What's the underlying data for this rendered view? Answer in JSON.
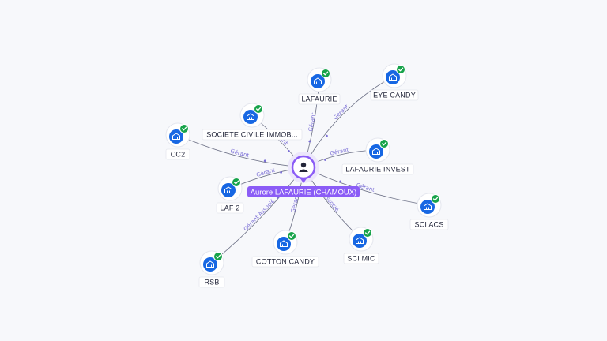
{
  "center": {
    "label": "Aurore LAFAURIE (CHAMOUX)",
    "icon": "person-icon"
  },
  "companies": [
    {
      "id": "lafaurie",
      "label": "LAFAURIE",
      "icon": "building-icon",
      "verified": true
    },
    {
      "id": "eye-candy",
      "label": "EYE CANDY",
      "icon": "building-icon",
      "verified": true
    },
    {
      "id": "societe-civile",
      "label": "SOCIETE CIVILE IMMOB...",
      "icon": "building-icon",
      "verified": true
    },
    {
      "id": "cc2",
      "label": "CC2",
      "icon": "building-icon",
      "verified": true
    },
    {
      "id": "lafaurie-invest",
      "label": "LAFAURIE INVEST",
      "icon": "building-icon",
      "verified": true
    },
    {
      "id": "laf2",
      "label": "LAF 2",
      "icon": "building-icon",
      "verified": true
    },
    {
      "id": "sci-acs",
      "label": "SCI ACS",
      "icon": "building-icon",
      "verified": true
    },
    {
      "id": "cotton-candy",
      "label": "COTTON CANDY",
      "icon": "building-icon",
      "verified": true
    },
    {
      "id": "sci-mic",
      "label": "SCI MIC",
      "icon": "building-icon",
      "verified": true
    },
    {
      "id": "rsb",
      "label": "RSB",
      "icon": "building-icon",
      "verified": true
    }
  ],
  "edges": [
    {
      "to": "lafaurie",
      "label": "Gérant"
    },
    {
      "to": "eye-candy",
      "label": "Gérant"
    },
    {
      "to": "societe-civile",
      "label": "Gérant"
    },
    {
      "to": "cc2",
      "label": "Gérant"
    },
    {
      "to": "lafaurie-invest",
      "label": "Gérant"
    },
    {
      "to": "laf2",
      "label": "Gérant"
    },
    {
      "to": "sci-acs",
      "label": "Gérant"
    },
    {
      "to": "cotton-candy",
      "label": "Gérant"
    },
    {
      "to": "sci-mic",
      "label": "Associé"
    },
    {
      "to": "rsb",
      "label": "Gérant Associé"
    }
  ],
  "colors": {
    "accent": "#8b5cf6",
    "company_icon": "#1767e3",
    "verified": "#17a34a",
    "edge_label": "#7b6fd6"
  }
}
